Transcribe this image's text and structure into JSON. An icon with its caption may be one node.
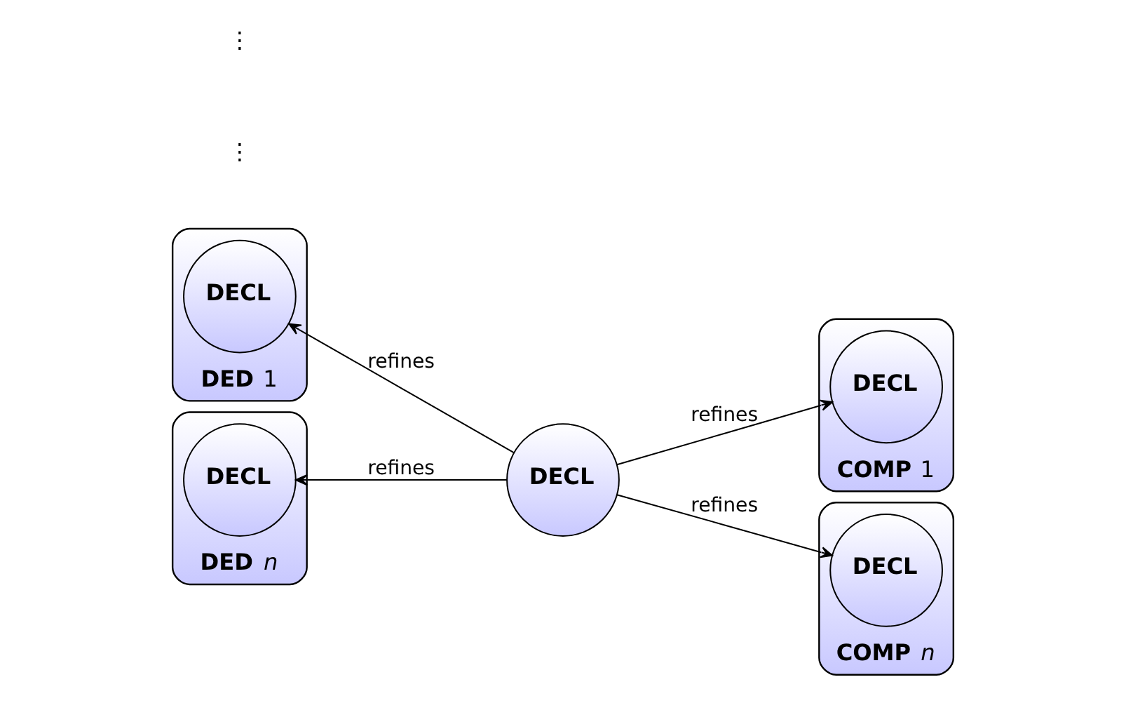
{
  "diagram": {
    "nodes": [
      {
        "text": [
          "**DED** 1"
        ]
      },
      {
        "text": [
          "DECL"
        ],
        "in": 0
      },
      {
        "text": [
          "**COMP** 1"
        ]
      },
      {
        "text": [
          "DECL"
        ],
        "in": 2
      },
      {
        "text": [
          "DECL"
        ]
      },
      {
        "text": [
          "**DED** *n*"
        ]
      },
      {
        "text": [
          "DECL"
        ],
        "in": 5
      },
      {
        "text": [
          "**COMP** *n*"
        ]
      },
      {
        "text": [
          "DECL"
        ],
        "in": 7
      }
    ],
    "edges": [
      {
        "from": 4,
        "to": 1,
        "arrow": "to",
        "label": "refines"
      },
      {
        "from": 4,
        "to": 3,
        "arrow": "to",
        "label": "refines"
      },
      {
        "from": 4,
        "to": 6,
        "arrow": "to",
        "label": "refines"
      },
      {
        "from": 4,
        "to": 8,
        "arrow": "to",
        "label": "refines"
      }
    ],
    "labels": [
      "⋮",
      "⋮"
    ]
  }
}
